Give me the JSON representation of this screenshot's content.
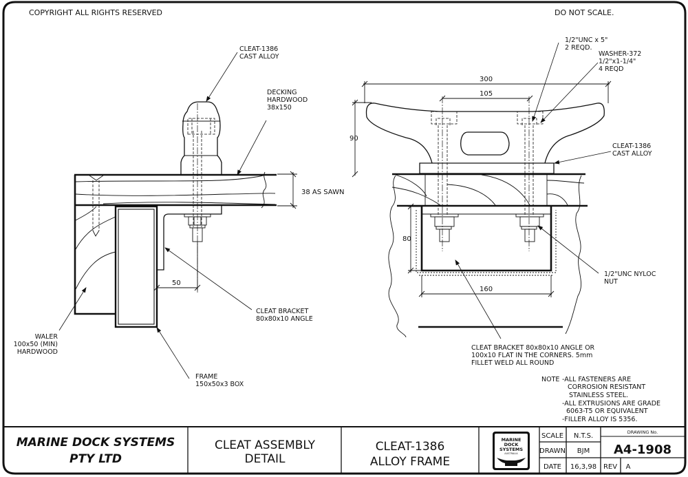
{
  "header": {
    "copyright": "COPYRIGHT ALL RIGHTS RESERVED",
    "scale_notice": "DO NOT SCALE."
  },
  "side_view": {
    "cleat_label": [
      "CLEAT-1386",
      "CAST ALLOY"
    ],
    "decking_label": [
      "DECKING",
      "HARDWOOD",
      "38x150"
    ],
    "decking_dim": "38 AS SAWN",
    "bracket_dim": "50",
    "bracket_label": [
      "CLEAT BRACKET",
      "80x80x10 ANGLE"
    ],
    "waler_label": [
      "WALER",
      "100x50 (MIN)",
      "HARDWOOD"
    ],
    "frame_label": [
      "FRAME",
      "150x50x3 BOX"
    ]
  },
  "front_view": {
    "bolt_label": [
      "1/2\"UNC x 5\"",
      "2 REQD."
    ],
    "washer_label": [
      "WASHER-372",
      "1/2\"x1-1/4\"",
      "4 REQD"
    ],
    "overall_width_dim": "300",
    "bolt_spacing_dim": "105",
    "height_dim": "90",
    "cleat_label": [
      "CLEAT-1386",
      "CAST ALLOY"
    ],
    "bracket_height_dim": "80",
    "bracket_width_dim": "160",
    "nut_label": [
      "1/2\"UNC NYLOC",
      "NUT"
    ],
    "bracket_note": [
      "CLEAT BRACKET 80x80x10 ANGLE OR",
      "100x10 FLAT  IN THE CORNERS. 5mm",
      "FILLET WELD ALL ROUND"
    ]
  },
  "notes": {
    "prefix": "NOTE",
    "lines": [
      "-ALL FASTENERS ARE",
      "CORROSION RESISTANT",
      "STAINLESS STEEL.",
      "-ALL EXTRUSIONS ARE GRADE",
      "6063-T5 OR EQUIVALENT",
      "-FILLER ALLOY IS 5356."
    ]
  },
  "title_block": {
    "company": [
      "MARINE DOCK SYSTEMS",
      "PTY LTD"
    ],
    "title": [
      "CLEAT ASSEMBLY",
      "DETAIL"
    ],
    "part": [
      "CLEAT-1386",
      "ALLOY FRAME"
    ],
    "logo": [
      "MARINE",
      "DOCK",
      "SYSTEMS",
      "AUSTRALIA"
    ],
    "scale_label": "SCALE",
    "scale_value": "N.T.S.",
    "drawn_label": "DRAWN",
    "drawn_value": "BJM",
    "date_label": "DATE",
    "date_value": "16,3,98",
    "drawing_no_label": "DRAWING No.",
    "drawing_no": "A4-1908",
    "rev_label": "REV",
    "rev_value": "A"
  }
}
